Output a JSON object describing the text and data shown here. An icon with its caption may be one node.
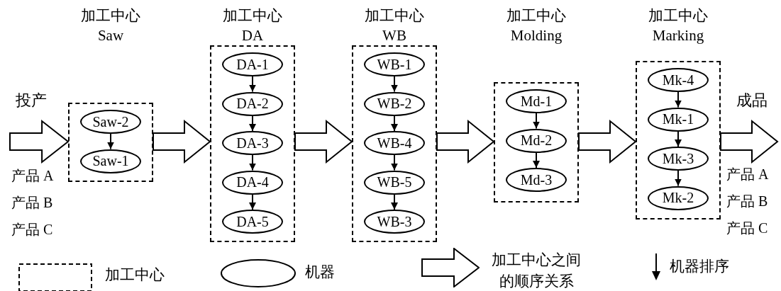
{
  "diagram": {
    "nodes": [
      {
        "text": [
          "加工中心 Saw"
        ]
      },
      {
        "text": [
          "Saw-2"
        ],
        "in": 0
      },
      {
        "text": [
          "Saw-1"
        ],
        "in": 0
      },
      {
        "text": [
          "加工中心 DA"
        ]
      },
      {
        "text": [
          "DA-1"
        ],
        "in": 3
      },
      {
        "text": [
          "DA-2"
        ],
        "in": 3
      },
      {
        "text": [
          "DA-3"
        ],
        "in": 3
      },
      {
        "text": [
          "DA-4"
        ],
        "in": 3
      },
      {
        "text": [
          "DA-5"
        ],
        "in": 3
      },
      {
        "text": [
          "加工中心 WB"
        ]
      },
      {
        "text": [
          "WB-1"
        ],
        "in": 9
      },
      {
        "text": [
          "WB-2"
        ],
        "in": 9
      },
      {
        "text": [
          "WB-4"
        ],
        "in": 9
      },
      {
        "text": [
          "WB-5"
        ],
        "in": 9
      },
      {
        "text": [
          "WB-3"
        ],
        "in": 9
      },
      {
        "text": [
          "加工中心 Molding"
        ]
      },
      {
        "text": [
          "Md-1"
        ],
        "in": 15
      },
      {
        "text": [
          "Md-2"
        ],
        "in": 15
      },
      {
        "text": [
          "Md-3"
        ],
        "in": 15
      },
      {
        "text": [
          "加工中心 Marking"
        ]
      },
      {
        "text": [
          "Mk-4"
        ],
        "in": 19
      },
      {
        "text": [
          "Mk-1"
        ],
        "in": 19
      },
      {
        "text": [
          "Mk-3"
        ],
        "in": 19
      },
      {
        "text": [
          "Mk-2"
        ],
        "in": 19
      }
    ],
    "edges": [
      {
        "from": null,
        "to": 0,
        "arrow": "to",
        "style": "thick",
        "label": "投产"
      },
      {
        "from": 1,
        "to": 2,
        "arrow": "to"
      },
      {
        "from": 0,
        "to": 3,
        "arrow": "to",
        "style": "thick"
      },
      {
        "from": 4,
        "to": 5,
        "arrow": "to"
      },
      {
        "from": 5,
        "to": 6,
        "arrow": "to"
      },
      {
        "from": 6,
        "to": 7,
        "arrow": "to"
      },
      {
        "from": 7,
        "to": 8,
        "arrow": "to"
      },
      {
        "from": 3,
        "to": 9,
        "arrow": "to",
        "style": "thick"
      },
      {
        "from": 10,
        "to": 11,
        "arrow": "to"
      },
      {
        "from": 11,
        "to": 12,
        "arrow": "to"
      },
      {
        "from": 12,
        "to": 13,
        "arrow": "to"
      },
      {
        "from": 13,
        "to": 14,
        "arrow": "to"
      },
      {
        "from": 9,
        "to": 15,
        "arrow": "to",
        "style": "thick"
      },
      {
        "from": 16,
        "to": 17,
        "arrow": "to"
      },
      {
        "from": 17,
        "to": 18,
        "arrow": "to"
      },
      {
        "from": 15,
        "to": 19,
        "arrow": "to",
        "style": "thick"
      },
      {
        "from": 20,
        "to": 21,
        "arrow": "to"
      },
      {
        "from": 21,
        "to": 22,
        "arrow": "to"
      },
      {
        "from": 22,
        "to": 23,
        "arrow": "to"
      },
      {
        "from": 19,
        "to": null,
        "arrow": "to",
        "style": "thick",
        "label": "成品"
      }
    ],
    "labels": [
      "产品 A",
      "产品 B",
      "产品 C",
      "产品 A",
      "产品 B",
      "产品 C"
    ],
    "legend": [
      {
        "text": "加工中心"
      },
      {
        "text": "机器"
      },
      {
        "text": "加工中心之间的顺序关系"
      },
      {
        "text": "机器排序"
      }
    ]
  }
}
